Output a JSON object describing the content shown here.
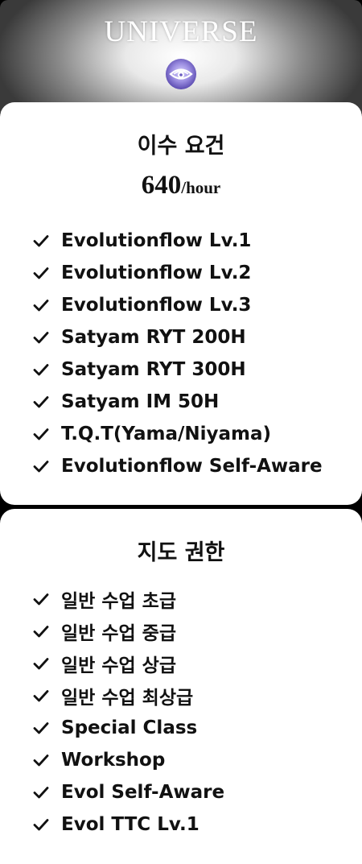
{
  "header": {
    "brand": "UNIVERSE",
    "logo_icon": "eye-logo-icon"
  },
  "requirements": {
    "title": "이수 요건",
    "rate_value": "640",
    "rate_unit": "/hour",
    "items": [
      "Evolutionflow Lv.1",
      "Evolutionflow Lv.2",
      "Evolutionflow Lv.3",
      "Satyam RYT 200H",
      "Satyam RYT 300H",
      "Satyam IM 50H",
      "T.Q.T(Yama/Niyama)",
      "Evolutionflow Self-Aware"
    ]
  },
  "authority": {
    "title": "지도 권한",
    "items": [
      "일반 수업 초급",
      "일반 수업 중급",
      "일반 수업 상급",
      "일반 수업 최상급",
      "Special Class",
      "Workshop",
      "Evol Self-Aware",
      "Evol TTC Lv.1"
    ]
  },
  "colors": {
    "card_background": "#ffffff",
    "page_background": "#000000",
    "text": "#111111",
    "logo_purple": "#8a7bd6"
  }
}
